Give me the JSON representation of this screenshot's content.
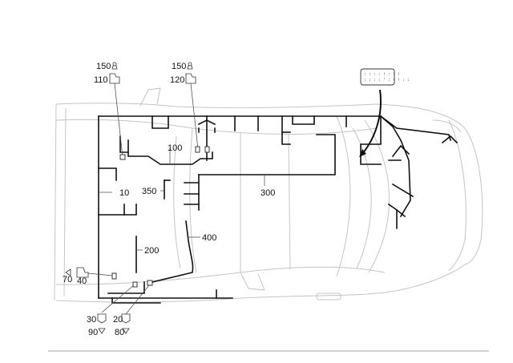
{
  "labels": {
    "l150a": "150",
    "l110": "110",
    "l150b": "150",
    "l120": "120",
    "l100": "100",
    "l10": "10",
    "l350": "350",
    "l300": "300",
    "l400": "400",
    "l200": "200",
    "l70": "70",
    "l40": "40",
    "l30": "30",
    "l20": "20",
    "l90": "90",
    "l80": "80"
  },
  "icons": {
    "connector": "connector-icon",
    "bulb": "bulb-icon",
    "plug": "plug-icon",
    "lamp": "lamp-icon",
    "legend": "legend-box-icon"
  }
}
